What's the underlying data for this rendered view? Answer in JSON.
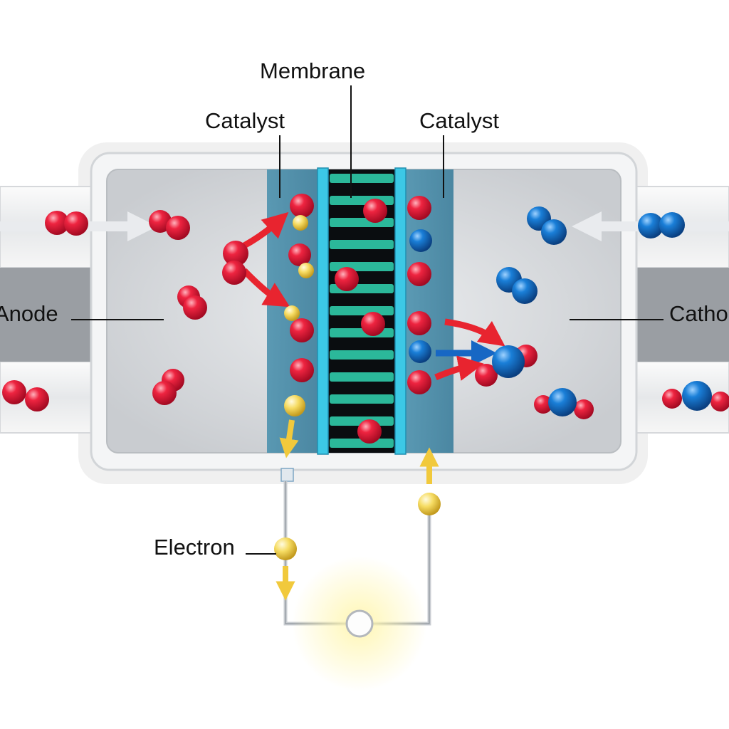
{
  "labels": {
    "membrane": "Membrane",
    "catalyst_left": "Catalyst",
    "catalyst_right": "Catalyst",
    "anode": "Anode",
    "cathode": "Cathode",
    "electron": "Electron"
  },
  "colors": {
    "hydrogen": "#e8173a",
    "oxygen": "#1373c8",
    "electron": "#f3da55",
    "membrane_stripe": "#2bb89a",
    "membrane_dark": "#0a0d10",
    "membrane_frame": "#3cc8e6",
    "catalyst": "#4a8fab",
    "arrow_red": "#e8242f",
    "arrow_blue": "#1767c4",
    "arrow_yellow": "#f1c93c",
    "arrow_white": "#e9ebee"
  },
  "icons": {
    "hydrogen": "hydrogen-molecule-icon",
    "oxygen": "oxygen-molecule-icon",
    "water": "water-molecule-icon",
    "electron": "electron-icon",
    "lamp": "light-bulb-icon"
  }
}
